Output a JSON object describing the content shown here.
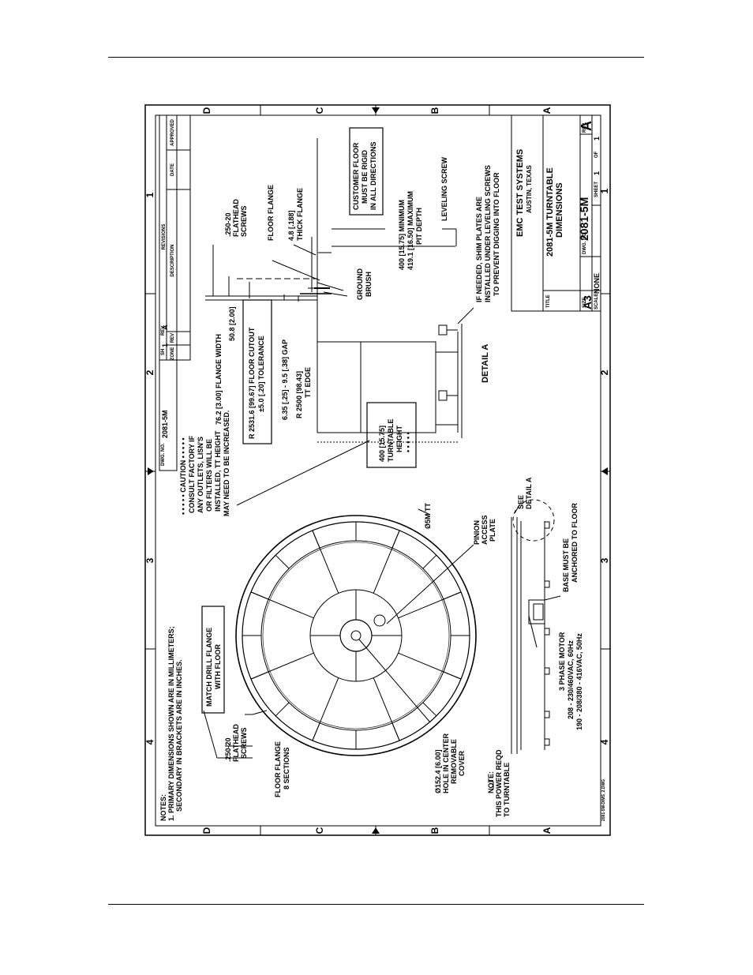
{
  "drawing": {
    "zone_letters": [
      "D",
      "C",
      "B",
      "A"
    ],
    "zone_numbers": [
      "4",
      "3",
      "2",
      "1"
    ],
    "notes": {
      "heading": "NOTES:",
      "line1": "1.  PRIMARY DIMENSIONS SHOWN ARE IN MILLIMETERS;",
      "line2": "SECONDARY IN BRACKETS ARE IN INCHES."
    },
    "match_drill": [
      "MATCH DRILL FLANGE",
      "WITH FLOOR"
    ],
    "flathead_left": [
      ".250-20",
      "FLATHEAD",
      "SCREWS"
    ],
    "floor_flange_sections": [
      "FLOOR FLANGE",
      "8 SECTIONS"
    ],
    "hole_center": [
      "Ø152.4 [6.00]",
      "HOLE IN CENTER",
      "REMOVABLE",
      "COVER"
    ],
    "caution": [
      "• • • • • CAUTION • • • • •",
      "CONSULT FACTORY IF",
      "ANY OUTLETS, LISN'S",
      "OR FILTERS WILL BE",
      "INSTALLED, TT HEIGHT",
      "MAY NEED TO BE INCREASED."
    ],
    "pinion": [
      "PINION",
      "ACCESS",
      "PLATE"
    ],
    "diameter_tt": "Ø5M TT",
    "power_note": [
      "NOTE:",
      "THIS POWER REQD",
      "TO TURNTABLE"
    ],
    "motor": [
      "3 PHASE MOTOR",
      "208 - 230/460VAC, 60Hz",
      "190 - 208/380 - 416VAC, 50Hz"
    ],
    "base_anchor": [
      "BASE MUST BE",
      "ANCHORED TO FLOOR"
    ],
    "see_detail": [
      "SEE",
      "DETAIL A"
    ],
    "turntable_height": [
      "400 [15.75]",
      "TURNTABLE",
      "HEIGHT",
      "• • • • •"
    ],
    "flange_width": "76.2 [3.00] FLANGE WIDTH",
    "flange_width_2": "50.8 [2.00]",
    "floor_cutout": [
      "R 2531.6 [99.67] FLOOR CUTOUT",
      "±5.0 [.20] TOLERANCE"
    ],
    "gap": "6.35 [.25] - 9.5 [.38] GAP",
    "tt_edge": [
      "R 2500 [98.43]",
      "TT EDGE"
    ],
    "thick_flange": [
      "4.8 [.188]",
      "THICK FLANGE"
    ],
    "floor_flange": "FLOOR FLANGE",
    "flathead_right": [
      ".250-20",
      "FLATHEAD",
      "SCREWS"
    ],
    "ground_brush": [
      "GROUND",
      "BRUSH"
    ],
    "customer_floor": [
      "CUSTOMER FLOOR",
      "MUST BE RIGID",
      "IN ALL DIRECTIONS"
    ],
    "pit_depth": [
      "400 [15.75] MINIMUM",
      "419.1 [16.50] MAXIMUM",
      "PIT DEPTH"
    ],
    "leveling_screw": "LEVELING SCREW",
    "shim_note": [
      "IF NEEDED, SHIM PLATES ARE",
      "INSTALLED UNDER LEVELING SCREWS",
      "TO PREVENT DIGGING INTO FLOOR"
    ],
    "detail_a": "DETAIL A",
    "revisions": {
      "title": "REVISIONS",
      "zone": "ZONE",
      "rev": "REV",
      "description": "DESCRIPTION",
      "date": "DATE",
      "approved": "APPROVED"
    },
    "drawing_no_label": "DWG. NO.",
    "drawing_no": "2081-5M",
    "rev_label": "REV.",
    "rev": "A",
    "sheet_label": "SH",
    "sheet_num": "1",
    "title_block": {
      "company": "EMC TEST SYSTEMS",
      "location": "AUSTIN, TEXAS",
      "title_label": "TITLE",
      "title_line1": "2081-5M TURNTABLE",
      "title_line2": "DIMENSIONS",
      "size_label": "SIZE",
      "size": "A3",
      "dwg_label": "DWG. NO.",
      "dwg": "2081-5M",
      "rev_label": "REV.",
      "rev": "A",
      "scale_label": "SCALE",
      "scale": "NONE",
      "sheet_label": "SHEET",
      "sheet": "1",
      "of_label": "OF",
      "of": "1"
    },
    "file_ref": "2081-5M-DIMS_2.DWG"
  }
}
